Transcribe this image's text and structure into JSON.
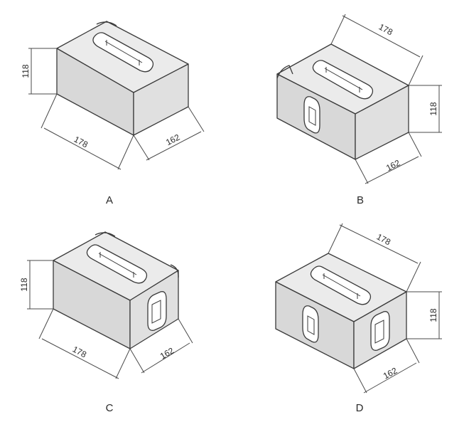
{
  "figures": [
    {
      "id": "A",
      "caption": "A",
      "dim_length": "178",
      "dim_width": "162",
      "dim_height": "118"
    },
    {
      "id": "B",
      "caption": "B",
      "dim_length": "178",
      "dim_width": "162",
      "dim_height": "118"
    },
    {
      "id": "C",
      "caption": "C",
      "dim_length": "178",
      "dim_width": "162",
      "dim_height": "118"
    },
    {
      "id": "D",
      "caption": "D",
      "dim_length": "178",
      "dim_width": "162",
      "dim_height": "118"
    }
  ],
  "colors": {
    "line": "#3a3a3a",
    "top_face": "#ebebeb",
    "front_face": "#d8d8d8",
    "side_face": "#e0e0e0"
  }
}
